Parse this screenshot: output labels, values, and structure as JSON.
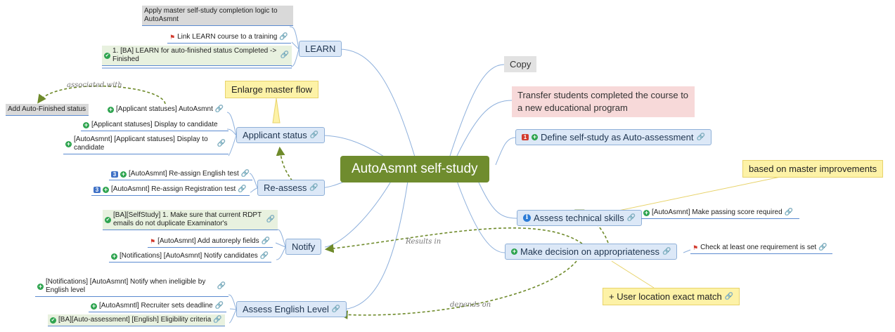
{
  "root": {
    "label": "AutoAsmnt self-study"
  },
  "left_topics": {
    "learn": {
      "label": "LEARN"
    },
    "applicant_status": {
      "label": "Applicant status"
    },
    "reassess": {
      "label": "Re-assess"
    },
    "notify": {
      "label": "Notify"
    },
    "english": {
      "label": "Assess English Level"
    }
  },
  "right_topics": {
    "copy": {
      "label": "Copy"
    },
    "transfer": {
      "label": "Transfer students completed the course to a new educational program"
    },
    "define": {
      "label": "Define self-study as Auto-assessment",
      "badge": "1"
    },
    "assess_tech": {
      "label": "Assess technical skills"
    },
    "decision": {
      "label": "Make decision on appropriateness"
    }
  },
  "learn_items": [
    {
      "text": "Apply master self-study completion logic to AutoAsmnt"
    },
    {
      "text": "Link LEARN course to a training"
    },
    {
      "text": "1. [BA] LEARN for auto-finished status Completed -> Finished"
    }
  ],
  "applicant_items": [
    {
      "text": "[Applicant statuses] AutoAsmnt"
    },
    {
      "text": "[Applicant statuses] Display to candidate"
    },
    {
      "text": "[AutoAsmnt] [Applicant statuses] Display to candidate"
    }
  ],
  "applicant_extra": {
    "text": "Add Auto-Finished status"
  },
  "reassess_items": [
    {
      "text": "[AutoAsmnt] Re-assign English test",
      "badge": "3"
    },
    {
      "text": "[AutoAsmnt] Re-assign Registration test",
      "badge": "3"
    }
  ],
  "notify_items": [
    {
      "text": "[BA][SelfStudy] 1. Make sure that current RDPT emails do not duplicate Examinator's"
    },
    {
      "text": "[AutoAsmnt] Add autoreply fields"
    },
    {
      "text": "[Notifications] [AutoAsmnt] Notify candidates"
    }
  ],
  "english_items": [
    {
      "text": "[Notifications] [AutoAsmnt] Notify when ineligible by English level"
    },
    {
      "text": "[AutoAsmntl] Recruiter sets deadline"
    },
    {
      "text": "[BA][Auto-assessment] [English] Eligibility criteria"
    }
  ],
  "tech_items": [
    {
      "text": "[AutoAsmnt] Make passing score required"
    }
  ],
  "decision_items": [
    {
      "text": "Check at least one requirement is set"
    }
  ],
  "callouts": {
    "enlarge": "Enlarge master flow",
    "based_on": "based on master improvements",
    "user_location": "+ User location exact match"
  },
  "relations": {
    "associated": "associated with",
    "results_in": "Results in",
    "depends_on": "depends on"
  },
  "colors": {
    "root": "#6f8c2e",
    "topic_fill": "#dce8f7",
    "relation": "#6e8a2a"
  }
}
